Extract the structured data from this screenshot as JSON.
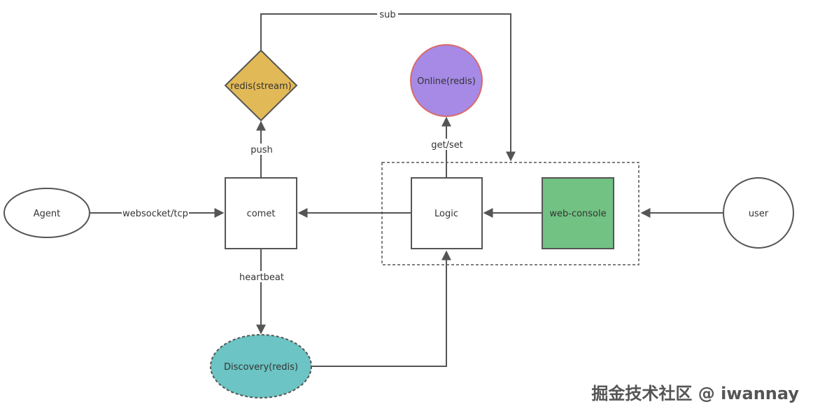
{
  "diagram": {
    "nodes": {
      "agent": "Agent",
      "comet": "comet",
      "redis_stream": "redis(stream)",
      "online": "Online(redis)",
      "logic": "Logic",
      "web_console": "web-console",
      "user": "user",
      "discovery": "Discovery(redis)"
    },
    "edges": {
      "agent_comet": "websocket/tcp",
      "comet_redis": "push",
      "redis_logic": "sub",
      "logic_online": "get/set",
      "comet_discovery": "heartbeat"
    },
    "colors": {
      "redis_stream_fill": "#e2b957",
      "online_fill": "#a68ae6",
      "online_stroke": "#d96a6a",
      "web_console_fill": "#72c283",
      "discovery_fill": "#6cc4c4",
      "stroke": "#555555"
    }
  },
  "watermark": "掘金技术社区 @ iwannay"
}
